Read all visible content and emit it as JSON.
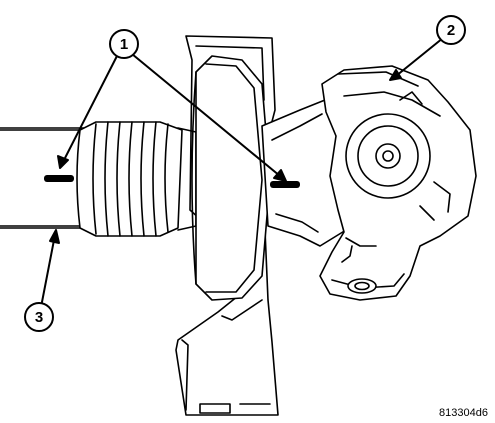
{
  "figure": {
    "code": "813304d6"
  },
  "callouts": [
    {
      "number": "1"
    },
    {
      "number": "2"
    },
    {
      "number": "3"
    }
  ],
  "colors": {
    "line": "#000000",
    "fill": "#ffffff",
    "shade": "#f2f2f2"
  }
}
